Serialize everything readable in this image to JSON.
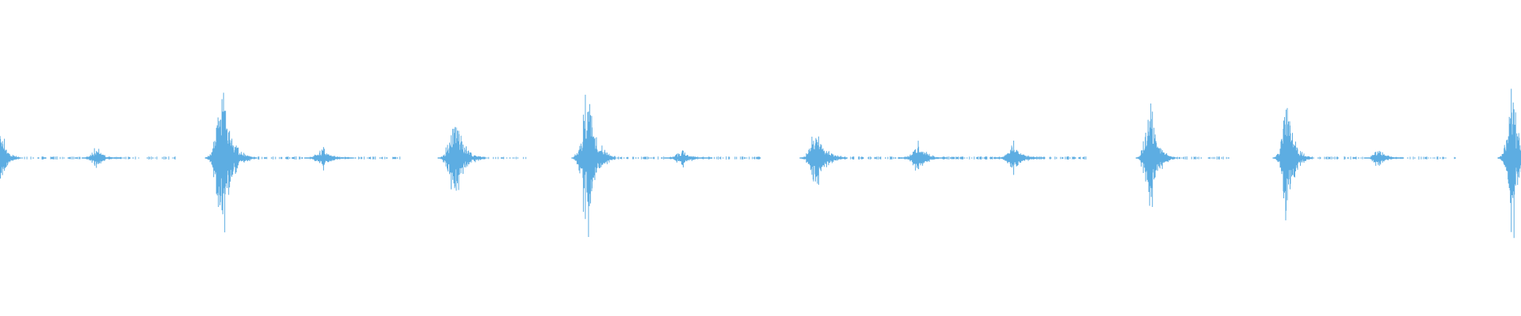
{
  "waveform": {
    "color": "#5dade2",
    "background": "#ffffff",
    "amplitude_scale": 1.0,
    "bursts": [
      {
        "pos": 0.001,
        "amp": 0.32,
        "width": 0.008
      },
      {
        "pos": 0.064,
        "amp": 0.1,
        "width": 0.01
      },
      {
        "pos": 0.147,
        "amp": 0.78,
        "width": 0.012
      },
      {
        "pos": 0.213,
        "amp": 0.1,
        "width": 0.012
      },
      {
        "pos": 0.3,
        "amp": 0.42,
        "width": 0.012
      },
      {
        "pos": 0.387,
        "amp": 0.7,
        "width": 0.011
      },
      {
        "pos": 0.449,
        "amp": 0.08,
        "width": 0.012
      },
      {
        "pos": 0.538,
        "amp": 0.35,
        "width": 0.012
      },
      {
        "pos": 0.604,
        "amp": 0.14,
        "width": 0.012
      },
      {
        "pos": 0.667,
        "amp": 0.14,
        "width": 0.012
      },
      {
        "pos": 0.757,
        "amp": 0.58,
        "width": 0.01
      },
      {
        "pos": 0.847,
        "amp": 0.57,
        "width": 0.01
      },
      {
        "pos": 0.907,
        "amp": 0.1,
        "width": 0.01
      },
      {
        "pos": 0.995,
        "amp": 0.72,
        "width": 0.01
      }
    ],
    "noise_segments": [
      {
        "start": 0.0,
        "end": 0.116
      },
      {
        "start": 0.14,
        "end": 0.263
      },
      {
        "start": 0.29,
        "end": 0.346
      },
      {
        "start": 0.378,
        "end": 0.5
      },
      {
        "start": 0.527,
        "end": 0.717
      },
      {
        "start": 0.748,
        "end": 0.808
      },
      {
        "start": 0.838,
        "end": 0.957
      },
      {
        "start": 0.985,
        "end": 1.0
      }
    ]
  }
}
